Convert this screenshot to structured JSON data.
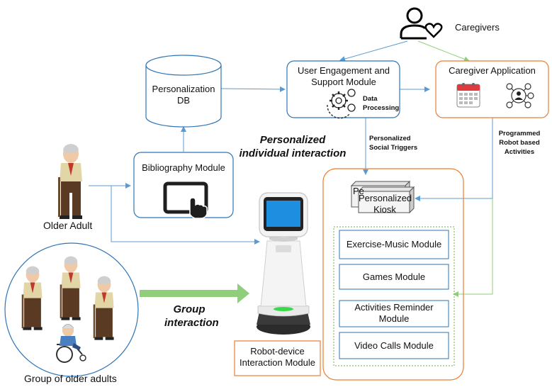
{
  "nodes": {
    "caregivers": "Caregivers",
    "caregiver_app": "Caregiver Application",
    "user_engagement": "User Engagement and Support Module",
    "data_processing": "Data Processing",
    "personalization_db": "Personalization DB",
    "bibliography": "Bibliography Module",
    "older_adult": "Older Adult",
    "group": "Group of older adults",
    "robot_module": "Robot-device Interaction Module",
    "kiosk_back": "Pe",
    "kiosk": "Personalized Kiosk",
    "exercise": "Exercise-Music Module",
    "games": "Games Module",
    "activities": "Activities Reminder Module",
    "video": "Video Calls Module"
  },
  "edge_labels": {
    "personalized_individual": "Personalized individual interaction",
    "group_interaction": "Group interaction",
    "social_triggers": "Personalized Social Triggers",
    "programmed": "Programmed Robot based Activities"
  },
  "colors": {
    "blue_edge": "#2e75b6",
    "orange_edge": "#ed7d31",
    "green_edge": "#70ad47",
    "arrow_blue": "#5b9bd5",
    "arrow_green": "#8fce7a"
  },
  "icons": [
    "person-heart-icon",
    "calendar-icon",
    "network-icon",
    "gears-icon",
    "tablet-touch-icon",
    "robot-icon",
    "elderly-man-icon",
    "wheelchair-icon"
  ]
}
